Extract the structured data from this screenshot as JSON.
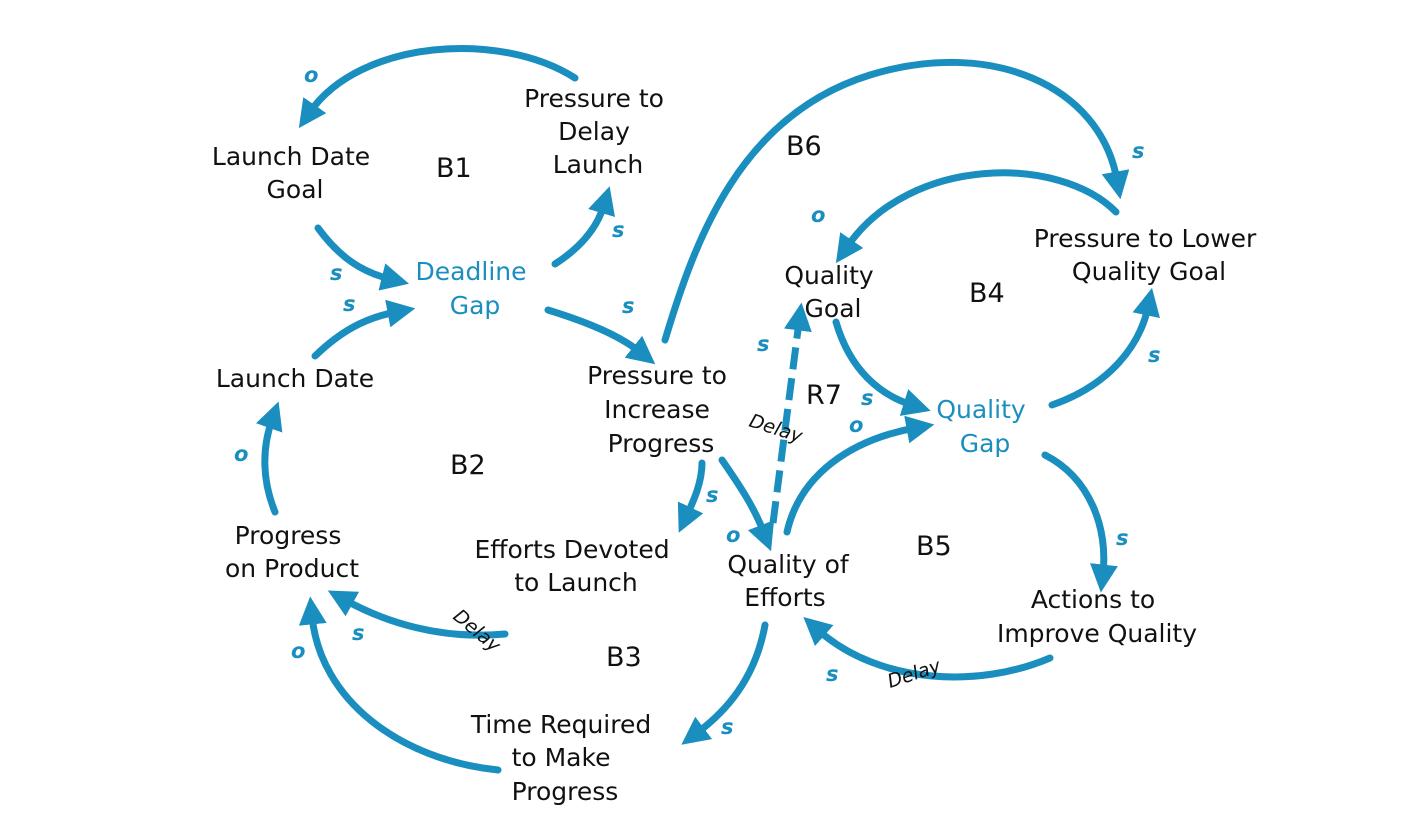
{
  "colors": {
    "accent": "#1a8fbf",
    "text": "#111111",
    "background": "#ffffff"
  },
  "nodes": {
    "launch_date_goal": [
      "Launch Date",
      "Goal"
    ],
    "pressure_to_delay_launch": [
      "Pressure to",
      "Delay",
      "Launch"
    ],
    "deadline_gap": [
      "Deadline",
      "Gap"
    ],
    "launch_date": [
      "Launch Date"
    ],
    "pressure_to_increase_progress": [
      "Pressure to",
      "Increase",
      "Progress"
    ],
    "progress_on_product": [
      "Progress",
      "on Product"
    ],
    "efforts_devoted_to_launch": [
      "Efforts Devoted",
      "to Launch"
    ],
    "quality_of_efforts": [
      "Quality of",
      "Efforts"
    ],
    "time_required_to_make_progress": [
      "Time Required",
      "to Make",
      "Progress"
    ],
    "quality_goal": [
      "Quality",
      "Goal"
    ],
    "pressure_to_lower_quality_goal": [
      "Pressure to Lower",
      "Quality Goal"
    ],
    "quality_gap": [
      "Quality",
      "Gap"
    ],
    "actions_to_improve_quality": [
      "Actions to",
      "Improve Quality"
    ]
  },
  "loops": {
    "b1": "B1",
    "b2": "B2",
    "b3": "B3",
    "b4": "B4",
    "b5": "B5",
    "b6": "B6",
    "r7": "R7"
  },
  "polarity": {
    "same": "s",
    "opposite": "o"
  },
  "delay_label": "Delay"
}
